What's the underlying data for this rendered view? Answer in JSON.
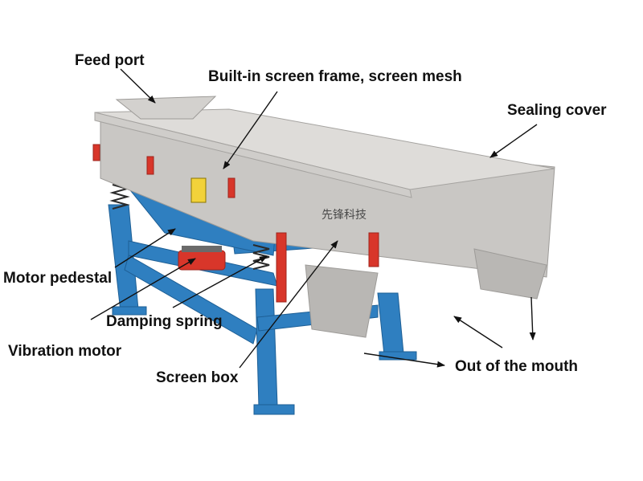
{
  "labels": {
    "feed_port": "Feed port",
    "screen_frame": "Built-in screen frame, screen mesh",
    "sealing_cover": "Sealing cover",
    "motor_pedestal": "Motor pedestal",
    "damping_spring": "Damping spring",
    "vibration_motor": "Vibration motor",
    "screen_box": "Screen box",
    "outlet": "Out of the mouth"
  },
  "brand_mark": "先锋科技",
  "colors": {
    "frame": "#2f7fc0",
    "body": "#c9c7c4",
    "lid": "#dedcd9",
    "accent": "#d8362a",
    "label": "#111111"
  }
}
